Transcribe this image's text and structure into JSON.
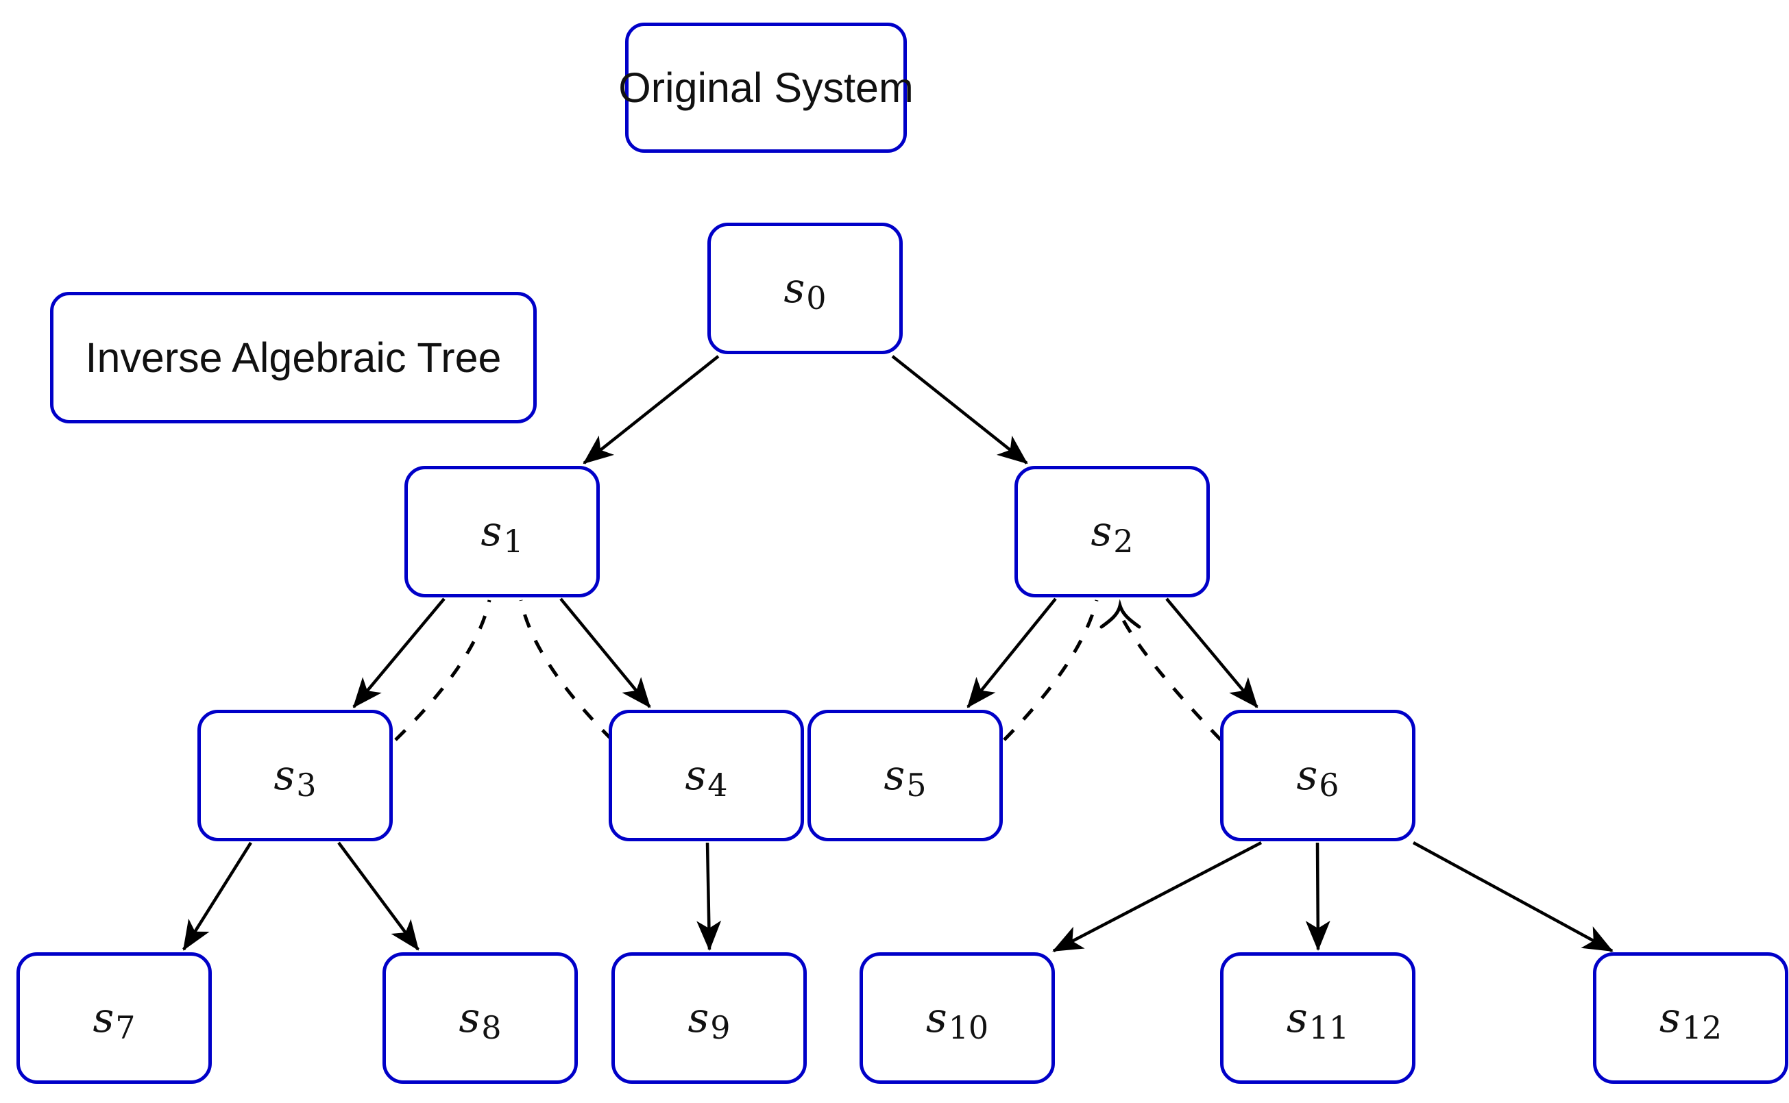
{
  "labels": {
    "original_system": "Original System",
    "inverse_tree": "Inverse Algebraic Tree"
  },
  "nodes": [
    {
      "id": "s0",
      "base": "s",
      "sub": "0"
    },
    {
      "id": "s1",
      "base": "s",
      "sub": "1"
    },
    {
      "id": "s2",
      "base": "s",
      "sub": "2"
    },
    {
      "id": "s3",
      "base": "s",
      "sub": "3"
    },
    {
      "id": "s4",
      "base": "s",
      "sub": "4"
    },
    {
      "id": "s5",
      "base": "s",
      "sub": "5"
    },
    {
      "id": "s6",
      "base": "s",
      "sub": "6"
    },
    {
      "id": "s7",
      "base": "s",
      "sub": "7"
    },
    {
      "id": "s8",
      "base": "s",
      "sub": "8"
    },
    {
      "id": "s9",
      "base": "s",
      "sub": "9"
    },
    {
      "id": "s10",
      "base": "s",
      "sub": "10"
    },
    {
      "id": "s11",
      "base": "s",
      "sub": "11"
    },
    {
      "id": "s12",
      "base": "s",
      "sub": "12"
    }
  ],
  "graph": {
    "solid_edges": [
      {
        "from": "s0",
        "to": "s1"
      },
      {
        "from": "s0",
        "to": "s2"
      },
      {
        "from": "s1",
        "to": "s3"
      },
      {
        "from": "s1",
        "to": "s4"
      },
      {
        "from": "s2",
        "to": "s5"
      },
      {
        "from": "s2",
        "to": "s6"
      },
      {
        "from": "s3",
        "to": "s7"
      },
      {
        "from": "s3",
        "to": "s8"
      },
      {
        "from": "s4",
        "to": "s9"
      },
      {
        "from": "s6",
        "to": "s10"
      },
      {
        "from": "s6",
        "to": "s11"
      },
      {
        "from": "s6",
        "to": "s12"
      }
    ],
    "dashed_edges": [
      {
        "from": "s3",
        "to": "s1",
        "arrowhead": false
      },
      {
        "from": "s4",
        "to": "s1",
        "arrowhead": false
      },
      {
        "from": "s5",
        "to": "s2",
        "arrowhead": false
      },
      {
        "from": "s6",
        "to": "s2",
        "arrowhead": true,
        "arrowhead_direction": "up-into-s2"
      }
    ]
  },
  "colors": {
    "node_border": "#0000c8",
    "edge": "#000000",
    "text": "#111111",
    "background": "#ffffff"
  }
}
